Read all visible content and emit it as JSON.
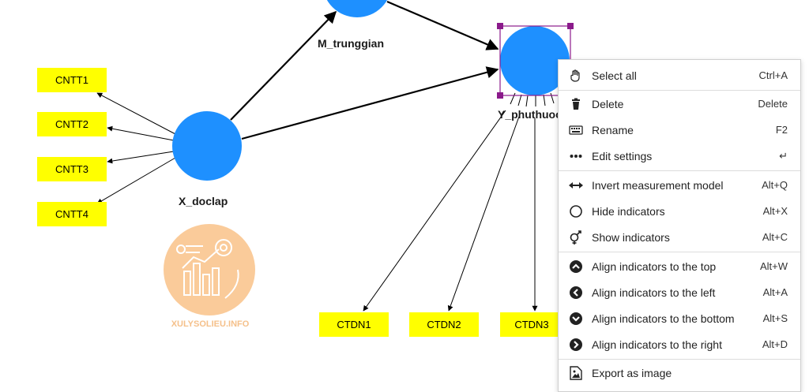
{
  "diagram": {
    "latent_variables": [
      {
        "id": "X",
        "label": "X_doclap"
      },
      {
        "id": "M",
        "label": "M_trunggian"
      },
      {
        "id": "Y",
        "label": "Y_phuthuoc"
      }
    ],
    "indicators": [
      {
        "id": "CNTT1",
        "label": "CNTT1"
      },
      {
        "id": "CNTT2",
        "label": "CNTT2"
      },
      {
        "id": "CNTT3",
        "label": "CNTT3"
      },
      {
        "id": "CNTT4",
        "label": "CNTT4"
      },
      {
        "id": "CTDN1",
        "label": "CTDN1"
      },
      {
        "id": "CTDN2",
        "label": "CTDN2"
      },
      {
        "id": "CTDN3",
        "label": "CTDN3"
      }
    ],
    "colors": {
      "latent": "#1e90ff",
      "indicator": "#ffff00",
      "selection": "#8b1a8b"
    },
    "watermark": "XULYSOLIEU.INFO"
  },
  "context_menu": {
    "items": [
      {
        "icon": "hand-icon",
        "label": "Select all",
        "shortcut": "Ctrl+A"
      },
      {
        "icon": "trash-icon",
        "label": "Delete",
        "shortcut": "Delete"
      },
      {
        "icon": "keyboard-icon",
        "label": "Rename",
        "shortcut": "F2"
      },
      {
        "icon": "ellipsis-icon",
        "label": "Edit settings",
        "shortcut": "↵"
      },
      {
        "icon": "double-arrow-icon",
        "label": "Invert measurement model",
        "shortcut": "Alt+Q"
      },
      {
        "icon": "circle-outline-icon",
        "label": "Hide indicators",
        "shortcut": "Alt+X"
      },
      {
        "icon": "gender-icon",
        "label": "Show indicators",
        "shortcut": "Alt+C"
      },
      {
        "icon": "chevron-up-circle-icon",
        "label": "Align indicators to the top",
        "shortcut": "Alt+W"
      },
      {
        "icon": "chevron-left-circle-icon",
        "label": "Align indicators to the left",
        "shortcut": "Alt+A"
      },
      {
        "icon": "chevron-down-circle-icon",
        "label": "Align indicators to the bottom",
        "shortcut": "Alt+S"
      },
      {
        "icon": "chevron-right-circle-icon",
        "label": "Align indicators to the right",
        "shortcut": "Alt+D"
      },
      {
        "icon": "image-icon",
        "label": "Export as image",
        "shortcut": ""
      }
    ]
  }
}
